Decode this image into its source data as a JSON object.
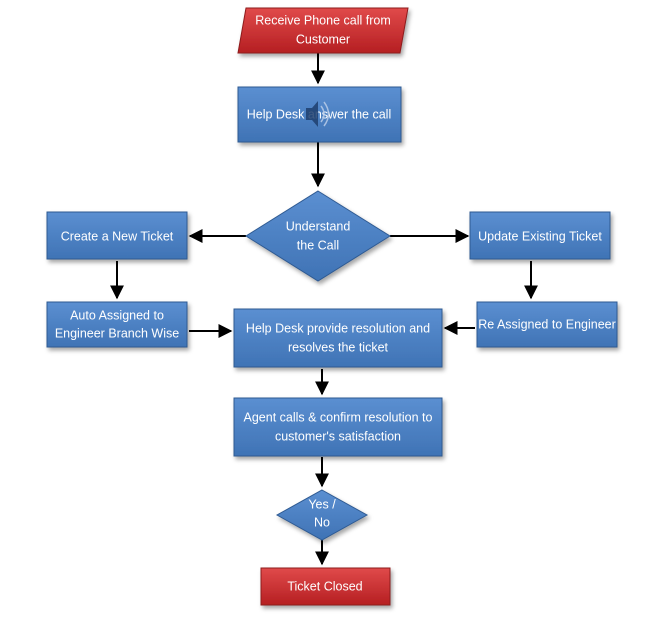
{
  "nodes": {
    "receive_call": {
      "lines": [
        "Receive Phone call from",
        "Customer"
      ]
    },
    "answer_call": {
      "lines": [
        "Help Desk answer the call"
      ]
    },
    "understand_call": {
      "lines": [
        "Understand",
        "the Call"
      ]
    },
    "create_ticket": {
      "lines": [
        "Create a New Ticket"
      ]
    },
    "update_ticket": {
      "lines": [
        "Update Existing Ticket"
      ]
    },
    "auto_assign": {
      "lines": [
        "Auto Assigned to",
        "Engineer Branch Wise"
      ]
    },
    "reassign": {
      "lines": [
        "Re Assigned to Engineer"
      ]
    },
    "resolution": {
      "lines": [
        "Help Desk provide resolution  and",
        "resolves the ticket"
      ]
    },
    "agent_confirm": {
      "lines": [
        "Agent calls  & confirm  resolution to",
        "customer's satisfaction"
      ]
    },
    "yes_no": {
      "lines": [
        "Yes /",
        "No"
      ]
    },
    "ticket_closed": {
      "lines": [
        "Ticket Closed"
      ]
    }
  },
  "icons": {
    "speaker": "speaker-icon"
  },
  "colors": {
    "box_fill_top": "#5b8fd1",
    "box_fill_bottom": "#3f73b5",
    "box_stroke": "#2f5a92",
    "red_fill_top": "#e04a4a",
    "red_fill_bottom": "#b51f22",
    "red_stroke": "#8e1a1c",
    "arrow": "#000000",
    "text": "#ffffff"
  }
}
